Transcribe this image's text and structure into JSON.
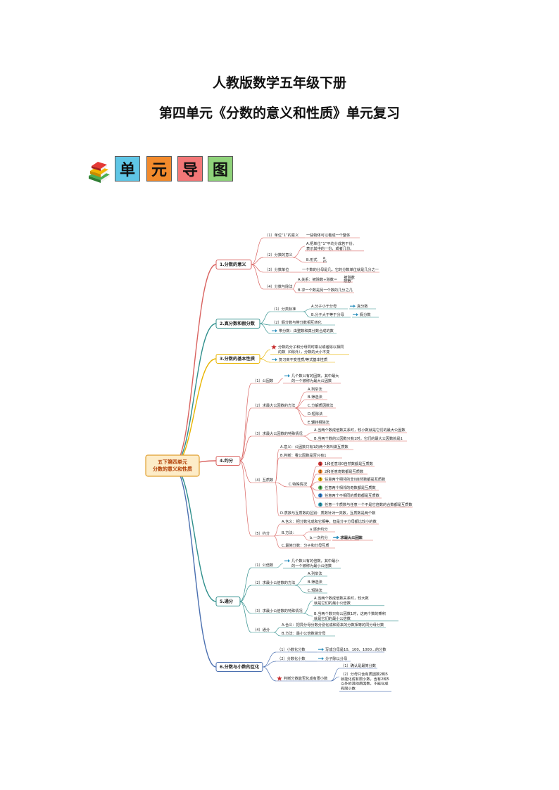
{
  "title_line1": "人教版数学五年级下册",
  "title_line2": "第四单元《分数的意义和性质》单元复习",
  "tiles": [
    {
      "text": "单",
      "color": "#5fc6e6"
    },
    {
      "text": "元",
      "color": "#f28a2c"
    },
    {
      "text": "导",
      "color": "#f27777"
    },
    {
      "text": "图",
      "color": "#8fd27a"
    }
  ],
  "book_icon": "stack-of-books-icon",
  "root": {
    "line1": "五下第四单元",
    "line2": "分数的意义和性质",
    "fill": "#fdecc8",
    "stroke": "#e0a030"
  },
  "branches": [
    {
      "label": "1.分数的意义",
      "color": "#d9625f",
      "items": [
        {
          "t": "（1）单位“1”的意义",
          "arrow": false,
          "children": [
            {
              "t": "一些物体可以看成一个整体"
            }
          ]
        },
        {
          "t": "（2）分数的意义",
          "children": [
            {
              "t": "A.把单位“1”平均分成若干份，",
              "t2": "表示其中的一份，或者几份。"
            },
            {
              "t": "B.形式",
              "frac": "a/m"
            }
          ]
        },
        {
          "t": "（3）分数单位",
          "children": [
            {
              "t": "一个数的分母是几，它的分数单位就是几分之一"
            }
          ]
        },
        {
          "t": "（4）分数与除法",
          "children": [
            {
              "t": "A.关系：被除数÷除数＝",
              "frac": "被除数/除数"
            },
            {
              "t": "B.求一个数是另一个数的几分之几"
            }
          ]
        }
      ]
    },
    {
      "label": "2.真分数和假分数",
      "color": "#2f8f8c",
      "items": [
        {
          "t": "（1）分类标准",
          "children": [
            {
              "t": "A.分子小于分母",
              "tail": "真分数"
            },
            {
              "t": "B.分子大于等于分母",
              "tail": "假分数"
            }
          ]
        },
        {
          "t": "（2）假分数与带分数相互转化"
        },
        {
          "t": "带分数：由整数和真分数合成的数",
          "arrow": true
        }
      ]
    },
    {
      "label": "3.分数的基本性质",
      "color": "#e8b400",
      "items": [
        {
          "t": "分数的分子和分母同时乘以或者除以相同",
          "t2": "的数（0除外），分数的大小不变",
          "star": true
        },
        {
          "t": "复习商不变性质/等式基本性质",
          "arrow": true
        }
      ]
    },
    {
      "label": "4.约分",
      "color": "#d9625f",
      "items": [
        {
          "t": "（1）公因数",
          "children": [
            {
              "t": "几个数公有的因数，其中最大",
              "t2": "的一个被称为最大公因数",
              "arrow": true
            }
          ]
        },
        {
          "t": "（2）求最大公因数的方法",
          "children": [
            {
              "t": "A.列举法"
            },
            {
              "t": "B.筛选法"
            },
            {
              "t": "C.分解质因数法"
            },
            {
              "t": "D.短除法"
            },
            {
              "t": "E.辗转相除法"
            }
          ]
        },
        {
          "t": "（3）求最大公因数的特殊情况",
          "children": [
            {
              "t": "A.当两个数成倍数关系时，较小数就是它们的最大公因数"
            },
            {
              "t": "B.当两个数的公因数只有1时，它们的最大公因数就是1"
            }
          ]
        },
        {
          "t": "（4）互质数",
          "children": [
            {
              "t": "A.意义：公因数只有1的两个数叫做互质数"
            },
            {
              "t": "B.判断：看公因数是否只有1"
            },
            {
              "t": "C.特殊情况",
              "children": [
                {
                  "t": "1和任意非0自然数都是互质数",
                  "n": "1",
                  "c": "#d03030"
                },
                {
                  "t": "2和任意奇数都是互质数",
                  "n": "2",
                  "c": "#f08020"
                },
                {
                  "t": "任意两个相邻的非0自然数都是互质数",
                  "n": "3",
                  "c": "#e8b400"
                },
                {
                  "t": "任意两个相邻的奇数都是互质数",
                  "n": "4",
                  "c": "#50b050"
                },
                {
                  "t": "任意两个不相同的质数都是互质数",
                  "n": "5",
                  "c": "#3080d0"
                },
                {
                  "t": "任意一个质数与任意一个不是它倍数的合数都是互质数",
                  "n": "6",
                  "c": "#30a8c0"
                }
              ]
            },
            {
              "t": "D.质数与互质数的区别：质数针对一类数，互质数是两个数"
            }
          ]
        },
        {
          "t": "（5）约分",
          "children": [
            {
              "t": "A.含义：把分数化成和它相等，但是分子分母都比较小的数"
            },
            {
              "t": "B.方法：",
              "children": [
                {
                  "t": "a.逐步约分"
                },
                {
                  "t": "b.一次约分",
                  "tail": "求最大公因数"
                }
              ]
            },
            {
              "t": "C.最简分数：分子和分母互质"
            }
          ]
        }
      ]
    },
    {
      "label": "5.通分",
      "color": "#2f8f8c",
      "items": [
        {
          "t": "（1）公倍数",
          "children": [
            {
              "t": "几个数公有的倍数，其中最小",
              "t2": "的一个被称为最小公倍数",
              "arrow": true
            }
          ]
        },
        {
          "t": "（2）求最小公倍数的方法",
          "children": [
            {
              "t": "A.列举法"
            },
            {
              "t": "B.筛选法"
            },
            {
              "t": "C.短除法"
            }
          ]
        },
        {
          "t": "（3）求最小公倍数的特殊情况",
          "children": [
            {
              "t": "A.当两个数成倍数关系时，较大数",
              "t2": "就是它们的最小公倍数"
            },
            {
              "t": "B.当两个数只有公因数1时，这两个数的乘积",
              "t2": "就是它们的最小公倍数"
            }
          ]
        },
        {
          "t": "（4）通分",
          "children": [
            {
              "t": "A.含义：把异分母分数分别化成和原来的分数相等的同分母分数"
            },
            {
              "t": "B.方法：最小公倍数做分母"
            }
          ]
        }
      ]
    },
    {
      "label": "6.分数与小数的互化",
      "color": "#4a6fb0",
      "items": [
        {
          "t": "（1）小数化分数",
          "children": [
            {
              "t": "写成分母是10、100、1000...的分数",
              "arrow": true
            }
          ]
        },
        {
          "t": "（2）分数化小数",
          "children": [
            {
              "t": "分子除以分母",
              "arrow": true
            }
          ]
        },
        {
          "t": "判断分数能否化成有限小数",
          "star": true,
          "children": [
            {
              "t": "（1）确认是最简分数"
            },
            {
              "t": "（2）分母只含有质因数2和5",
              "t2": "就能化成有限小数，含有2和5",
              "t3": "以外的其他质因数，不能化成",
              "t4": "有限小数"
            }
          ]
        }
      ]
    }
  ]
}
